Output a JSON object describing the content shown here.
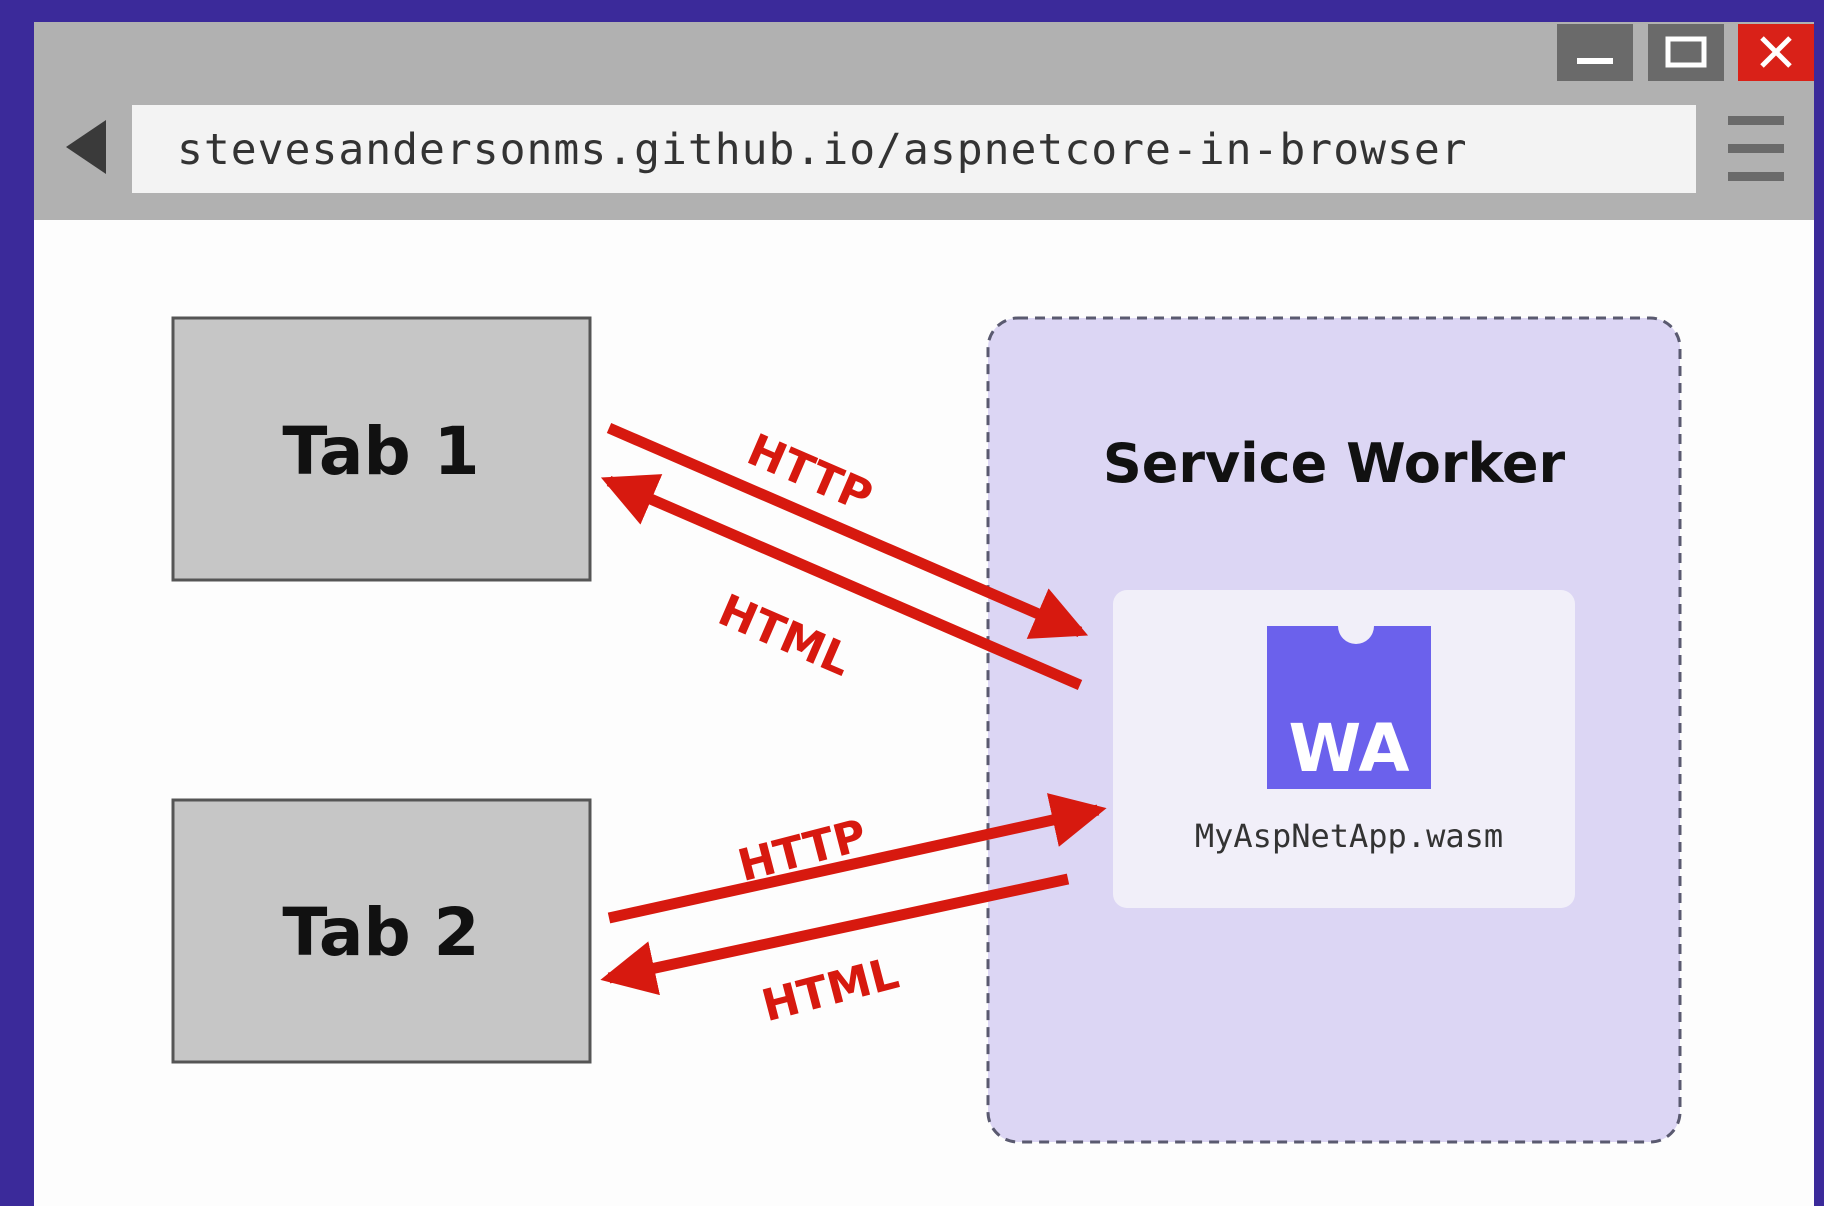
{
  "browser": {
    "url": "stevesandersonms.github.io/aspnetcore-in-browser",
    "back_icon": "back-arrow-icon",
    "menu_icon": "hamburger-menu-icon",
    "window_controls": [
      "minimize-icon",
      "maximize-icon",
      "close-icon"
    ],
    "colors": {
      "frame": "#3b2a9a",
      "titlebar": "#b1b1b1",
      "close": "#d92118"
    }
  },
  "diagram": {
    "tab1": {
      "label": "Tab 1"
    },
    "tab2": {
      "label": "Tab 2"
    },
    "service_worker": {
      "title": "Service Worker"
    },
    "wasm": {
      "logo_text": "WA",
      "filename": "MyAspNetApp.wasm"
    },
    "arrows": {
      "tab1_request": "HTTP",
      "tab1_response": "HTML",
      "tab2_request": "HTTP",
      "tab2_response": "HTML"
    },
    "colors": {
      "tab_fill": "#c6c6c6",
      "worker_fill": "#dcd6f4",
      "arrow": "#d7190f",
      "wasm_logo": "#6b61ec"
    }
  }
}
